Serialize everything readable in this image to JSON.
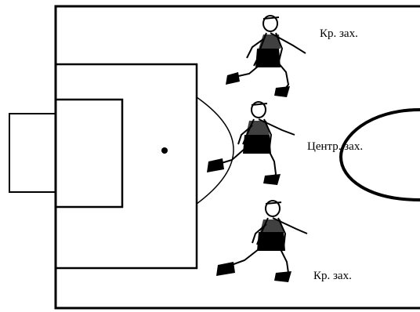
{
  "diagram": {
    "colors": {
      "line": "#000000",
      "background": "#ffffff"
    },
    "players": [
      {
        "role": "right-back",
        "label": "Кр. зах."
      },
      {
        "role": "center-back",
        "label": "Центр. зах."
      },
      {
        "role": "left-back",
        "label": "Кр. зах."
      }
    ]
  }
}
